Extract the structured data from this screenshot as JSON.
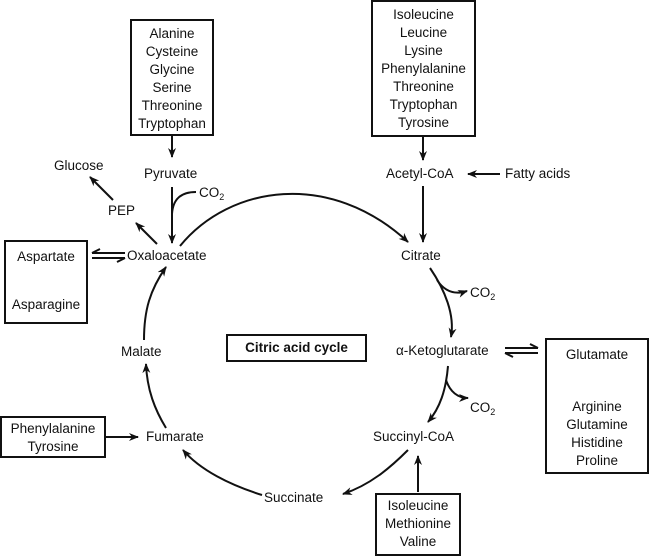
{
  "title": "Citric acid cycle",
  "cycle_intermediates": {
    "oxaloacetate": "Oxaloacetate",
    "citrate": "Citrate",
    "alpha_ketoglutarate": "α-Ketoglutarate",
    "succinyl_coa": "Succinyl-CoA",
    "succinate": "Succinate",
    "fumarate": "Fumarate",
    "malate": "Malate"
  },
  "other_metabolites": {
    "pyruvate": "Pyruvate",
    "acetyl_coa": "Acetyl-CoA",
    "fatty_acids": "Fatty acids",
    "glucose": "Glucose",
    "pep": "PEP"
  },
  "co2": {
    "base": "CO",
    "sub": "2"
  },
  "boxes": {
    "pyruvate_sources": [
      "Alanine",
      "Cysteine",
      "Glycine",
      "Serine",
      "Threonine",
      "Tryptophan"
    ],
    "acetyl_coa_sources": [
      "Isoleucine",
      "Leucine",
      "Lysine",
      "Phenylalanine",
      "Threonine",
      "Tryptophan",
      "Tyrosine"
    ],
    "aspartate_box": {
      "top": "Aspartate",
      "bottom": "Asparagine"
    },
    "glutamate_box": {
      "top": "Glutamate",
      "sources": [
        "Arginine",
        "Glutamine",
        "Histidine",
        "Proline"
      ]
    },
    "fumarate_sources": [
      "Phenylalanine",
      "Tyrosine"
    ],
    "succinyl_coa_sources": [
      "Isoleucine",
      "Methionine",
      "Valine"
    ]
  }
}
